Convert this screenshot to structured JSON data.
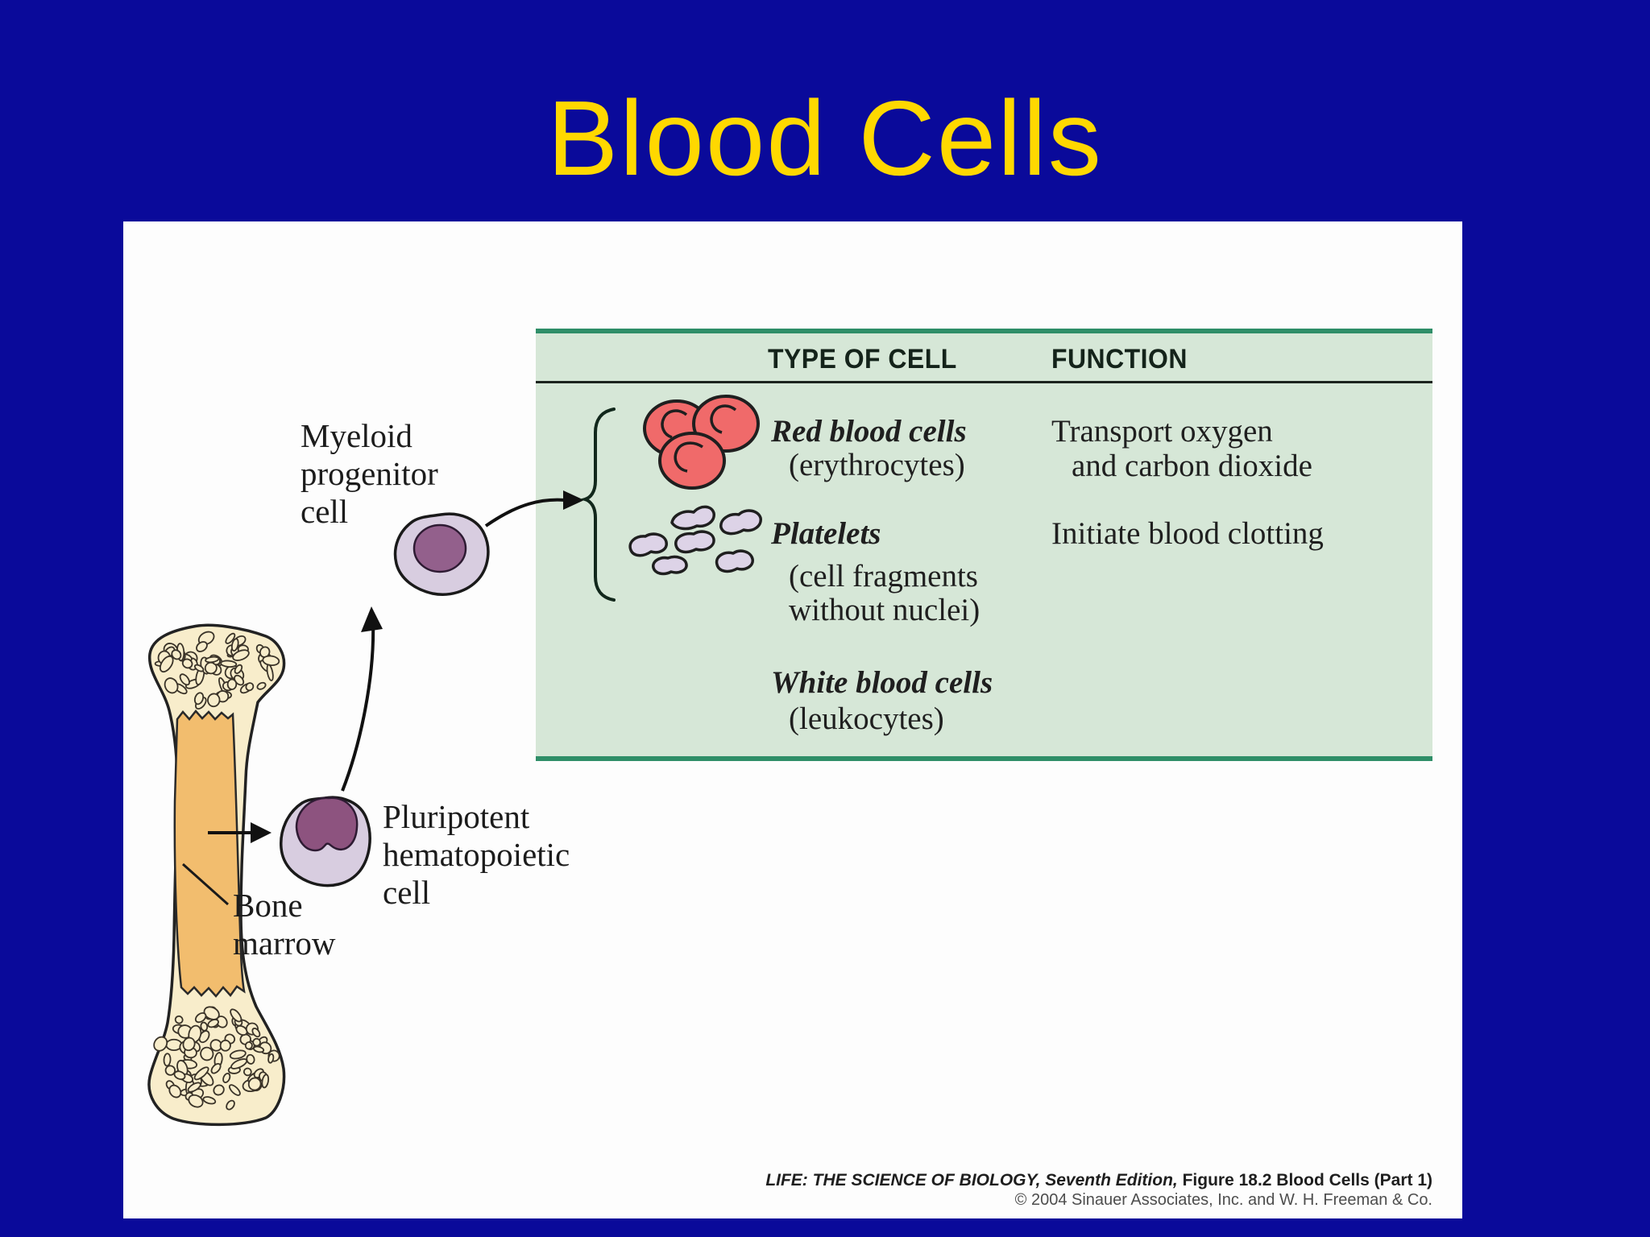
{
  "slide": {
    "title": "Blood Cells"
  },
  "table": {
    "headers": {
      "type": "TYPE OF CELL",
      "function": "FUNCTION"
    },
    "rows": [
      {
        "name": "Red blood cells",
        "paren1": "(erythrocytes)",
        "func1": "Transport oxygen",
        "func2": "and carbon dioxide"
      },
      {
        "name": "Platelets",
        "paren1": "(cell fragments",
        "paren2": "without nuclei)",
        "func1": "Initiate blood clotting"
      },
      {
        "name": "White blood cells",
        "paren1": "(leukocytes)"
      }
    ]
  },
  "diagram_labels": {
    "myeloid": [
      "Myeloid",
      "progenitor",
      "cell"
    ],
    "pluripotent": [
      "Pluripotent",
      "hematopoietic",
      "cell"
    ],
    "bone_marrow": [
      "Bone",
      "marrow"
    ]
  },
  "credits": {
    "line1_italic": "LIFE: THE SCIENCE OF BIOLOGY, Seventh Edition,",
    "line1_bold": " Figure 18.2 Blood Cells (Part 1)",
    "line2": "© 2004 Sinauer Associates, Inc. and W. H. Freeman & Co."
  },
  "colors": {
    "background_blue": "#0a0a9a",
    "title_yellow": "#ffd800",
    "table_green_bar": "#2f8e68",
    "table_green_bg": "#d6e7d7",
    "rbc_red": "#f06a6a",
    "platelet_lavender": "#ddd3e7",
    "cell_body_lavender": "#d8cde0",
    "nucleus_purple": "#93608c",
    "bone_cream": "#f8edcb",
    "marrow_orange": "#f2bd6e"
  }
}
